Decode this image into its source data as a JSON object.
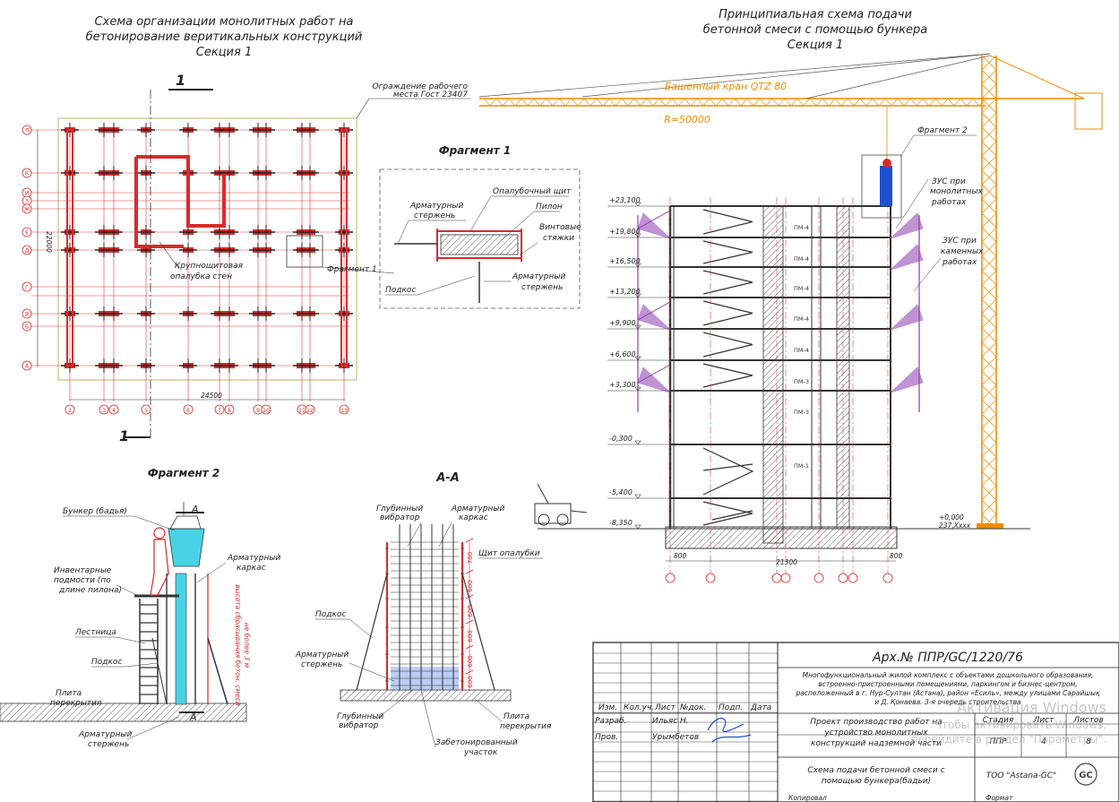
{
  "titles": {
    "left_line1": "Схема организации монолитных работ на",
    "left_line2": "бетонирование веритикальных конструкций",
    "left_line3": "Секция 1",
    "right_line1": "Принципиальная схема подачи",
    "right_line2": "бетонной смеси с помощью бункера",
    "right_line3": "Секция 1",
    "fragment1": "Фрагмент 1",
    "fragment2": "Фрагмент 2",
    "section_aa": "А-А"
  },
  "plan": {
    "section_mark": "1",
    "fence_l1": "Ограждение рабочего",
    "fence_l2": "места Гост 23407",
    "formwork_l1": "Крупнощитовая",
    "formwork_l2": "опалубка стен",
    "frag_callout": "Фрагмент 1",
    "dim_width": "24500",
    "dim_height": "22000",
    "col_axes": [
      "2",
      "3",
      "4",
      "5",
      "6",
      "7",
      "8",
      "9",
      "10",
      "11",
      "12",
      "13"
    ],
    "row_axes": [
      "Л",
      "К",
      "И",
      "З",
      "Ж",
      "Е",
      "Д",
      "Г",
      "В",
      "Б",
      "А"
    ]
  },
  "fragment1": {
    "armature_rod_l1": "Арматурный",
    "armature_rod_l2": "стержень",
    "formwork_shield": "Опалубочный щит",
    "pylon": "Пилон",
    "screw_ties_l1": "Винтовые",
    "screw_ties_l2": "стяжки",
    "armature_rod2_l1": "Арматурный",
    "armature_rod2_l2": "стержень",
    "brace": "Подкос"
  },
  "crane": {
    "name": "Башенный кран QTZ 80",
    "radius": "R=50000",
    "frag2": "Фрагмент 2",
    "zus_mono_l1": "ЗУС при",
    "zus_mono_l2": "монолитных",
    "zus_mono_l3": "работах",
    "zus_stone_l1": "ЗУС при",
    "zus_stone_l2": "каменных",
    "zus_stone_l3": "работах",
    "ground_l1": "+0,000",
    "ground_l2": "237,Хxxx"
  },
  "levels": [
    "+23,100",
    "+19,800",
    "+16,500",
    "+13,200",
    "+9,900",
    "+6,600",
    "+3,300",
    "-0,300",
    "-5,400",
    "-8,350"
  ],
  "pylon_tags": [
    "ПМ-4",
    "ПМ-4",
    "ПМ-4",
    "ПМ-4",
    "ПМ-4",
    "ПМ-3",
    "ПМ-3",
    "ПМ-1"
  ],
  "section_dims": {
    "left": "800",
    "mid": "21300",
    "right": "800"
  },
  "fragment2": {
    "bunker": "Бункер (бадья)",
    "mark_a": "А",
    "podmosti_l1": "Инвентарные",
    "podmosti_l2": "подмости (по",
    "podmosti_l3": "длине пилона)",
    "ladder": "Лестница",
    "brace": "Подкос",
    "slab_l1": "Плита",
    "slab_l2": "перекрытия",
    "armrod_l1": "Арматурный",
    "armrod_l2": "стержень",
    "cage_l1": "Арматурный",
    "cage_l2": "каркас",
    "vertical_l1": "высота сбрасывания бетон. смеси",
    "vertical_l2": "не более 3 м"
  },
  "section_aa": {
    "vibrator_l1": "Глубинный",
    "vibrator_l2": "вибратор",
    "cage_l1": "Арматурный",
    "cage_l2": "каркас",
    "shield": "Щит опалубки",
    "brace": "Подкос",
    "rod_l1": "Арматурный",
    "rod_l2": "стержень",
    "vib2_l1": "Глубинный",
    "vib2_l2": "вибратор",
    "slab_l1": "Плита",
    "slab_l2": "перекрытия",
    "concreted_l1": "Забетонированный",
    "concreted_l2": "участок",
    "dims": [
      "700",
      "600",
      "600",
      "600",
      "600",
      "600"
    ]
  },
  "stamp": {
    "code": "Арх.№ ППР/GC/1220/76",
    "desc_l1": "Многофункциональный жилой комплекс с объектами дошкольного образования,",
    "desc_l2": "встроенно-пристроенными помещениями, паркингом и бизнес-центром,",
    "desc_l3": "расположенный в г. Нур-Султан (Астана), район «Есиль», между улицами Сарайшық",
    "desc_l4": "и Д. Қонаева. 3-я очередь строительства",
    "hdr": [
      "Изм.",
      "Кол.уч.",
      "Лист",
      "№док.",
      "Подп.",
      "Дата"
    ],
    "razrab_label": "Разраб.",
    "razrab_name": "Ильяс Н.",
    "prov_label": "Пров.",
    "prov_name": "Урымбетов",
    "project_l1": "Проект производство работ на",
    "project_l2": "устройство монолитных",
    "project_l3": "конструкций надземной части",
    "stage_h": "Стадия",
    "sheet_h": "Лист",
    "sheets_h": "Листов",
    "stage_v": "ППР",
    "sheet_v": "4",
    "sheets_v": "8",
    "scheme_l1": "Схема подачи бетонной смеси с",
    "scheme_l2": "помощью бункера(бадьи)",
    "org": "ТОО \"Astana-GC\"",
    "bottom_l": "Копировал",
    "bottom_r": "Формат"
  },
  "watermark": {
    "l1": "Активация Windows",
    "l2": "Чтобы активировать Windows,",
    "l3": "перейдите в раздел \"Параметры\"."
  },
  "colors": {
    "red": "#d62c2c",
    "orange": "#f08c00",
    "purple": "#8e3bb0",
    "blue": "#1f4fd1"
  }
}
